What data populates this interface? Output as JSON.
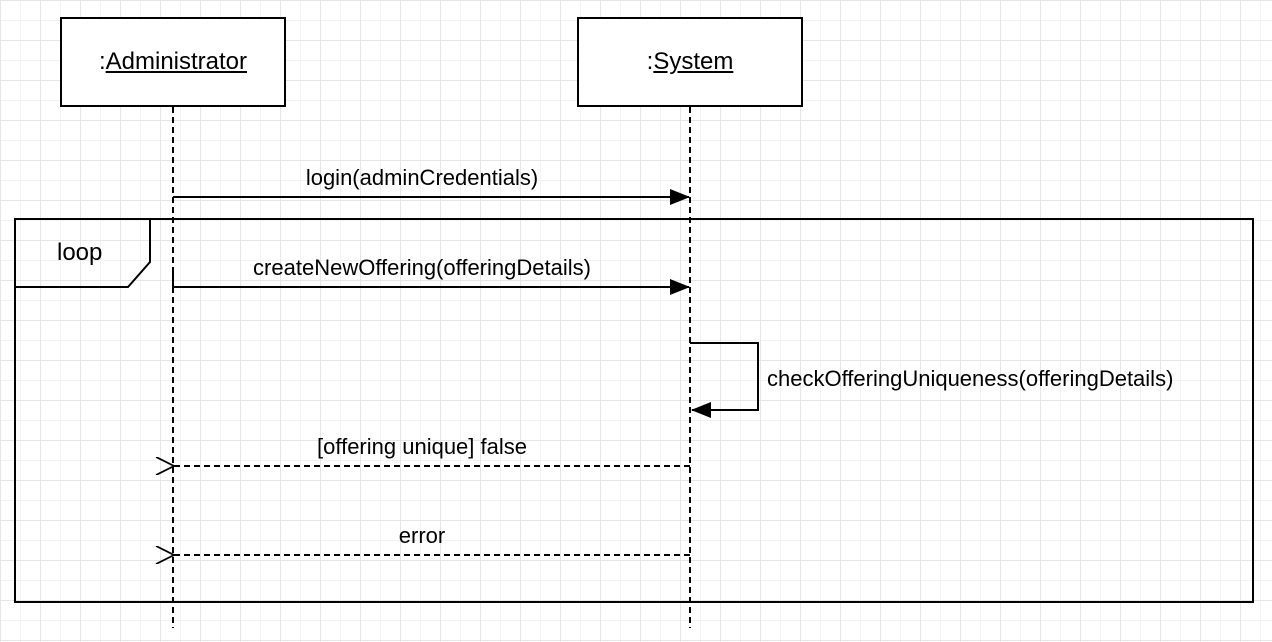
{
  "participants": [
    {
      "prefix": ":",
      "name": "Administrator"
    },
    {
      "prefix": ":",
      "name": "System"
    }
  ],
  "fragment": {
    "operator": "loop"
  },
  "messages": [
    {
      "label": "login(adminCredentials)",
      "kind": "synchronous"
    },
    {
      "label": "createNewOffering(offeringDetails)",
      "kind": "synchronous"
    },
    {
      "label": "checkOfferingUniqueness(offeringDetails)",
      "kind": "self-call"
    },
    {
      "label": "[offering unique] false",
      "kind": "return"
    },
    {
      "label": "error",
      "kind": "return"
    }
  ],
  "colors": {
    "line": "#000000",
    "grid": "#e6e6e6",
    "background": "#ffffff"
  }
}
